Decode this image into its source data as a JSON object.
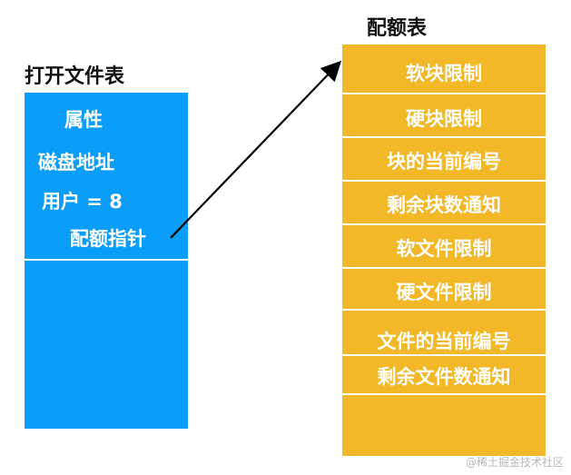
{
  "open_file_table": {
    "title": "打开文件表",
    "fields": [
      "属性",
      "磁盘地址",
      "用户 = 8",
      "配额指针"
    ]
  },
  "quota_table": {
    "title": "配额表",
    "rows": [
      "软块限制",
      "硬块限制",
      "块的当前编号",
      "剩余块数通知",
      "软文件限制",
      "硬文件限制",
      "文件的当前编号",
      "剩余文件数通知"
    ]
  },
  "watermark": "@稀土掘金技术社区",
  "colors": {
    "open_table_bg": "#0a9dfa",
    "quota_table_bg": "#f2b828",
    "arrow": "#000000"
  }
}
